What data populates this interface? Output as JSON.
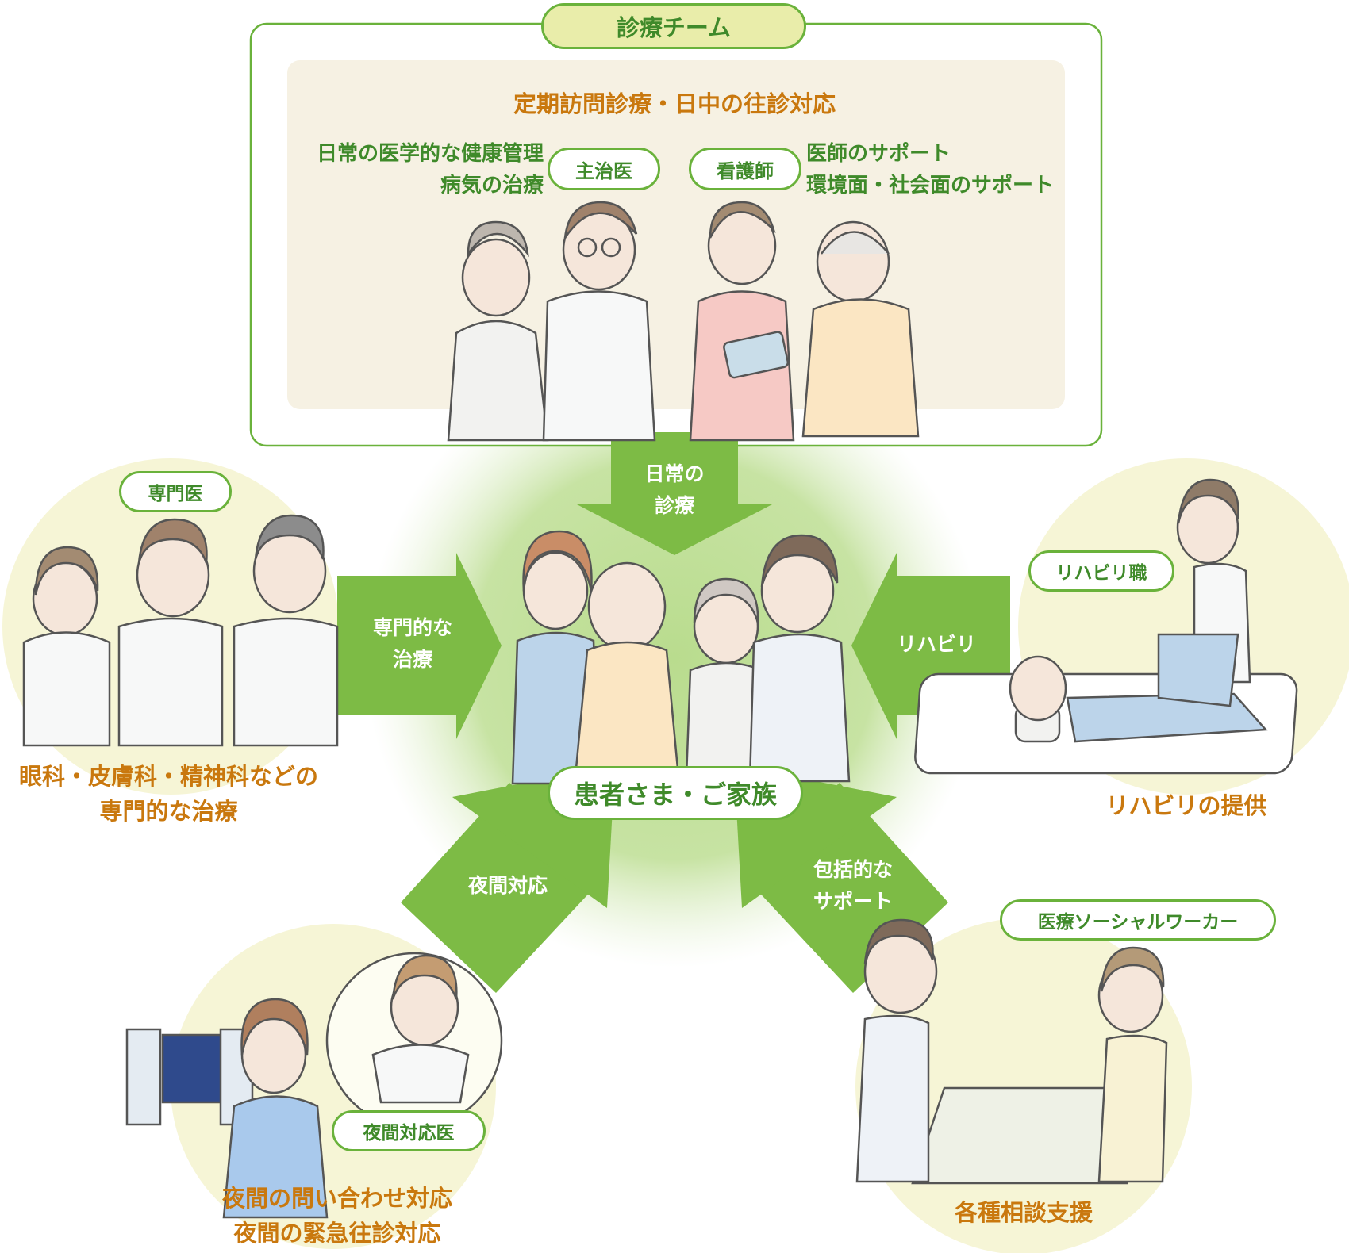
{
  "team": {
    "title": "診療チーム",
    "subtitle": "定期訪問診療・日中の往診対応",
    "doctor": {
      "label": "主治医",
      "desc1": "日常の医学的な健康管理",
      "desc2": "病気の治療"
    },
    "nurse": {
      "label": "看護師",
      "desc1": "医師のサポート",
      "desc2": "環境面・社会面のサポート"
    }
  },
  "center": {
    "label": "患者さま・ご家族"
  },
  "arrows": {
    "top": {
      "line1": "日常の",
      "line2": "診療"
    },
    "left": {
      "line1": "専門的な",
      "line2": "治療"
    },
    "right": {
      "line1": "リハビリ"
    },
    "bottom_left": {
      "line1": "夜間対応"
    },
    "bottom_right": {
      "line1": "包括的な",
      "line2": "サポート"
    }
  },
  "specialist": {
    "label": "専門医",
    "desc1": "眼科・皮膚科・精神科などの",
    "desc2": "専門的な治療"
  },
  "rehab": {
    "label": "リハビリ職",
    "desc1": "リハビリの提供"
  },
  "night": {
    "label": "夜間対応医",
    "desc1": "夜間の問い合わせ対応",
    "desc2": "夜間の緊急往診対応"
  },
  "social": {
    "label": "医療ソーシャルワーカー",
    "desc1": "各種相談支援"
  },
  "colors": {
    "green": "#6ab23b",
    "dark_green": "#3f8a2a",
    "orange": "#c9780e",
    "beige": "#f6f1e3",
    "cream": "#f6f5d6"
  }
}
